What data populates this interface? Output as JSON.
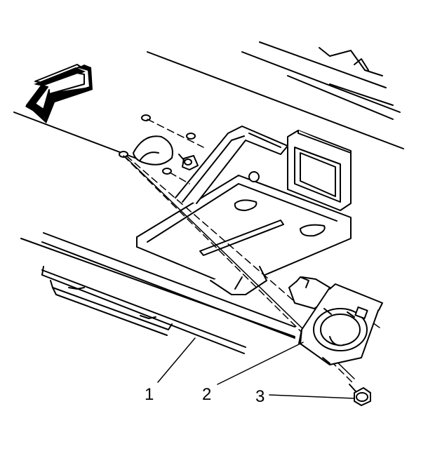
{
  "diagram": {
    "callouts": [
      {
        "label": "1"
      },
      {
        "label": "2"
      },
      {
        "label": "3"
      }
    ],
    "colors": {
      "line": "#000000",
      "background": "#ffffff"
    },
    "icons": {
      "direction_arrow": "arrow-forward-icon"
    }
  }
}
